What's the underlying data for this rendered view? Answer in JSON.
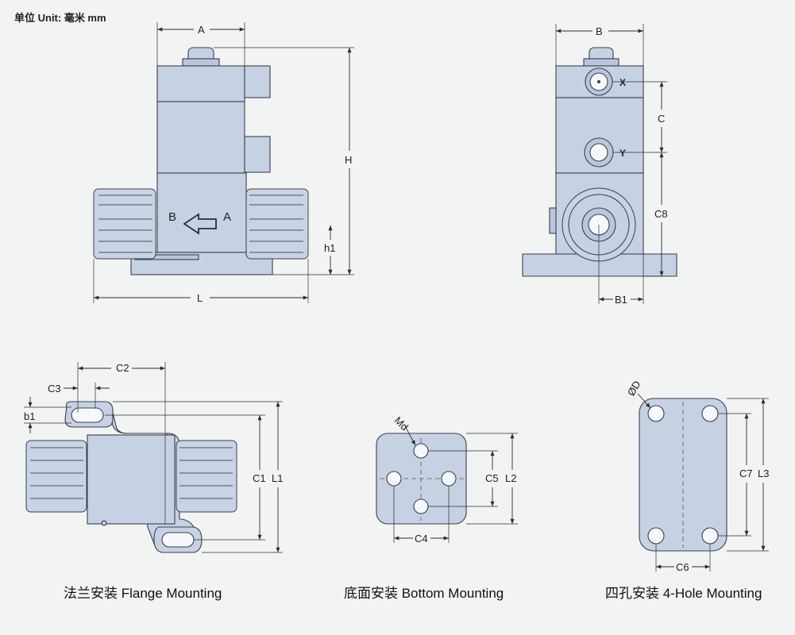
{
  "unit_note": "单位 Unit: 毫米 mm",
  "captions": {
    "flange": "法兰安装 Flange Mounting",
    "bottom": "底面安装 Bottom Mounting",
    "four_hole": "四孔安装 4-Hole Mounting"
  },
  "front_view": {
    "dims": {
      "A": "A",
      "H": "H",
      "h1": "h1",
      "L": "L"
    },
    "flow": {
      "from": "A",
      "to": "B"
    }
  },
  "side_view": {
    "dims": {
      "B": "B",
      "C": "C",
      "C8": "C8",
      "B1": "B1"
    },
    "ports": {
      "x": "X",
      "y": "Y"
    }
  },
  "flange_view": {
    "dims": {
      "C2": "C2",
      "C3": "C3",
      "b1": "b1",
      "C1": "C1",
      "L1": "L1"
    }
  },
  "bottom_view": {
    "dims": {
      "Md": "Md",
      "C5": "C5",
      "L2": "L2",
      "C4": "C4"
    }
  },
  "four_hole_view": {
    "dims": {
      "D": "ØD",
      "C7": "C7",
      "L3": "L3",
      "C6": "C6"
    }
  }
}
